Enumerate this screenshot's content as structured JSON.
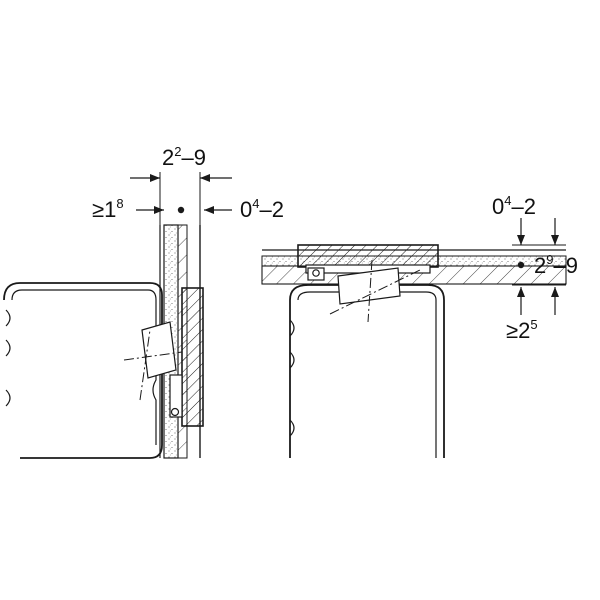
{
  "left_view": {
    "overall_thickness": {
      "base": "2",
      "exp": "2",
      "rest": "–9"
    },
    "min_depth": {
      "prefix": "≥1",
      "exp": "8",
      "rest": ""
    },
    "cover_gap": {
      "base": "0",
      "exp": "4",
      "rest": "–2"
    }
  },
  "right_view": {
    "cover_gap": {
      "base": "0",
      "exp": "4",
      "rest": "–2"
    },
    "overall_thickness": {
      "base": "2",
      "exp": "9",
      "rest": "–9"
    },
    "min_depth": {
      "prefix": "≥2",
      "exp": "5",
      "rest": ""
    }
  },
  "colors": {
    "line": "#1a1a1a",
    "background": "#ffffff"
  }
}
